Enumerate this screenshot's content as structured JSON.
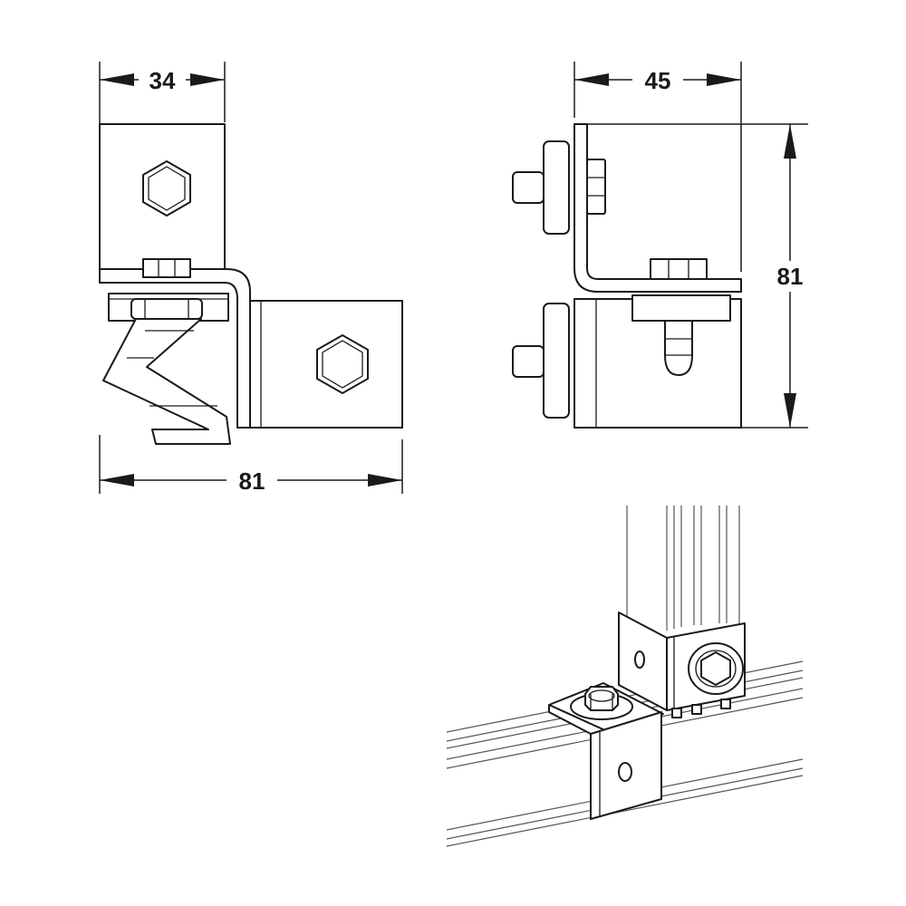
{
  "dimensions": {
    "front_top_width": "34",
    "front_bottom_width": "81",
    "side_top_width": "45",
    "side_height": "81"
  }
}
